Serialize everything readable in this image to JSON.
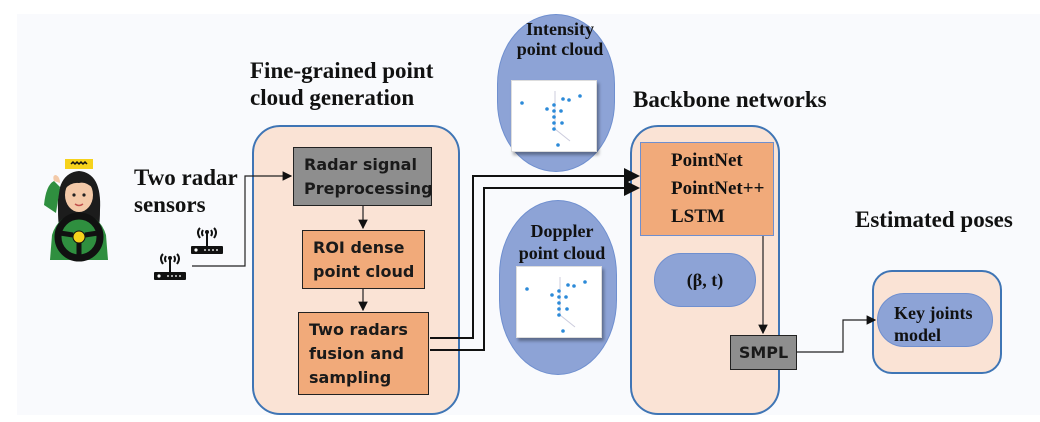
{
  "diagram": {
    "labels": {
      "radar_sensors": [
        "Two radar",
        "sensors"
      ],
      "pc_generation": [
        "Fine-grained point",
        "cloud generation"
      ],
      "backbone": "Backbone networks",
      "estimated": "Estimated poses"
    },
    "pc_group": {
      "preprocessing": [
        "Radar signal",
        "Preprocessing"
      ],
      "roi": [
        "ROI dense",
        "point cloud"
      ],
      "fusion": [
        "Two radars",
        "fusion and",
        "sampling"
      ]
    },
    "intensity": {
      "title": [
        "Intensity",
        "point cloud"
      ]
    },
    "doppler": {
      "title": [
        "Doppler",
        "point cloud"
      ]
    },
    "backbone_group": {
      "networks": [
        "PointNet",
        "PointNet++",
        "LSTM"
      ],
      "params": "(β, t)",
      "smpl": "SMPL"
    },
    "pose_group": {
      "model": [
        "Key joints",
        "model"
      ]
    },
    "icons": {
      "driver": "taxi-driver-illustration",
      "radar": "radar-router-icon"
    },
    "colors": {
      "group_fill": "#fae3d5",
      "group_border": "#3f75b5",
      "orange_box": "#f1aa7a",
      "gray_box": "#8e8e8e",
      "bubble": "#8da3d6",
      "point": "#2c8ad8"
    }
  }
}
